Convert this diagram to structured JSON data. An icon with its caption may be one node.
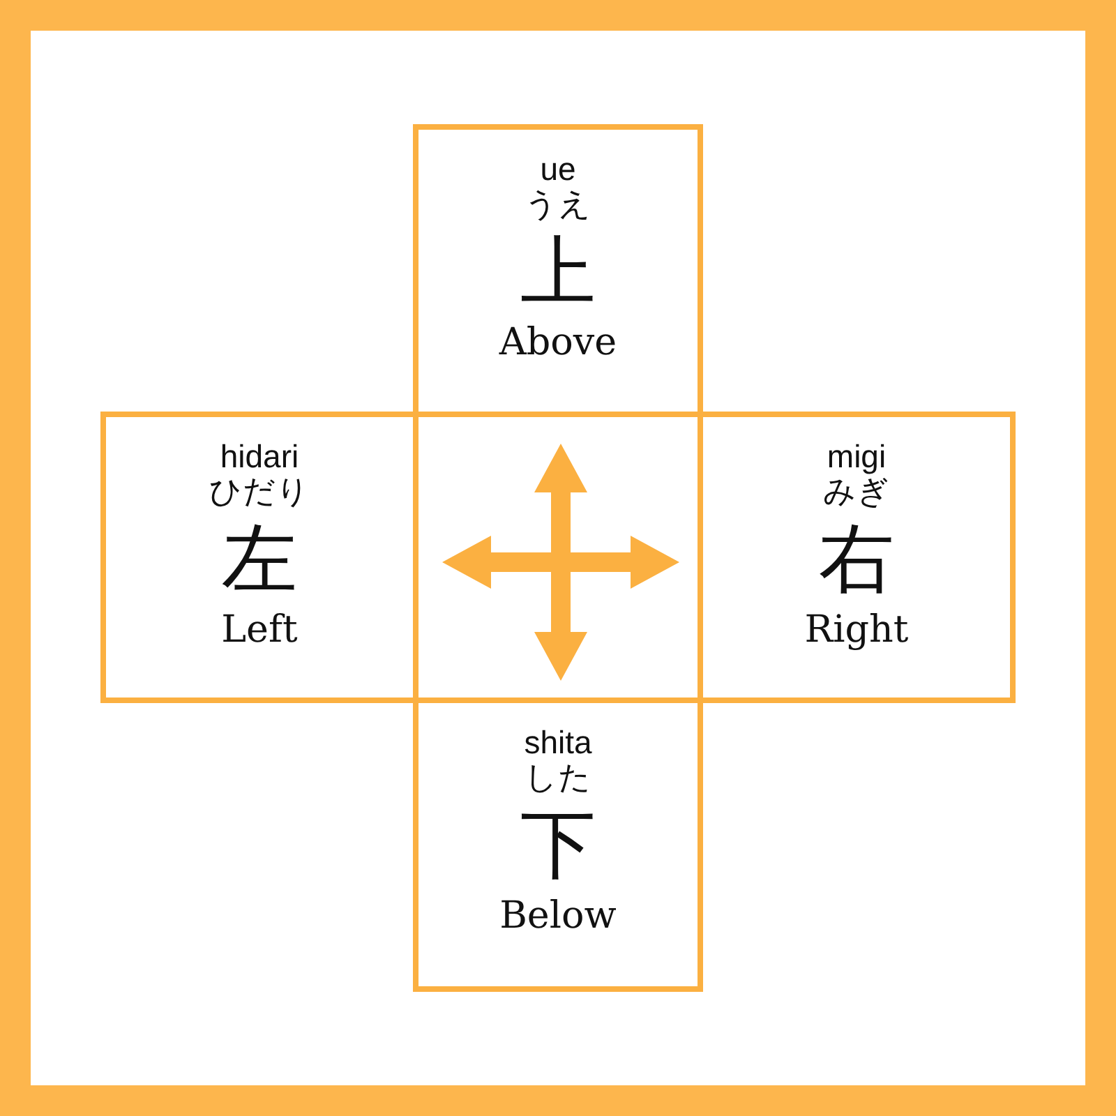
{
  "diagram": {
    "nodes": [
      {
        "text": [
          "ue",
          "うえ",
          "上",
          "Above"
        ]
      },
      {
        "text": [
          "hidari",
          "ひだり",
          "左",
          "Left"
        ]
      },
      {
        "text": [],
        "shape": "box"
      },
      {
        "text": [
          "migi",
          "みぎ",
          "右",
          "Right"
        ]
      },
      {
        "text": [
          "shita",
          "した",
          "下",
          "Below"
        ]
      }
    ]
  }
}
